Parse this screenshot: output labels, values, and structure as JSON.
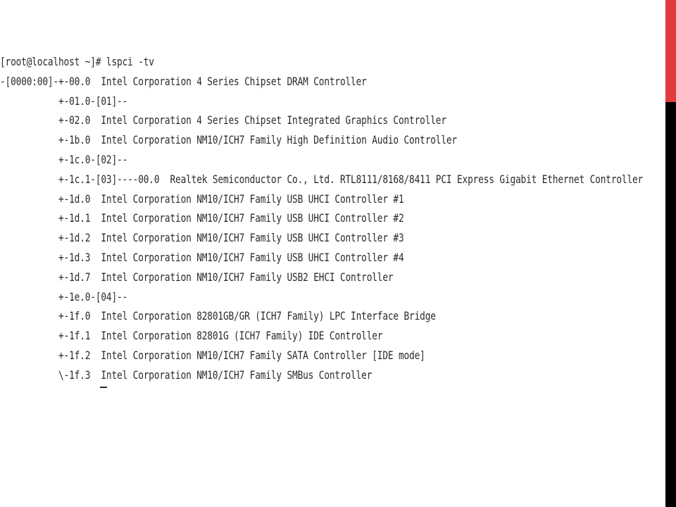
{
  "terminal": {
    "lines": [
      "[root@localhost ~]# lspci -tv",
      "-[0000:00]-+-00.0  Intel Corporation 4 Series Chipset DRAM Controller",
      "           +-01.0-[01]--",
      "           +-02.0  Intel Corporation 4 Series Chipset Integrated Graphics Controller",
      "           +-1b.0  Intel Corporation NM10/ICH7 Family High Definition Audio Controller",
      "           +-1c.0-[02]--",
      "           +-1c.1-[03]----00.0  Realtek Semiconductor Co., Ltd. RTL8111/8168/8411 PCI Express Gigabit Ethernet Controller",
      "           +-1d.0  Intel Corporation NM10/ICH7 Family USB UHCI Controller #1",
      "           +-1d.1  Intel Corporation NM10/ICH7 Family USB UHCI Controller #2",
      "           +-1d.2  Intel Corporation NM10/ICH7 Family USB UHCI Controller #3",
      "           +-1d.3  Intel Corporation NM10/ICH7 Family USB UHCI Controller #4",
      "           +-1d.7  Intel Corporation NM10/ICH7 Family USB2 EHCI Controller",
      "           +-1e.0-[04]--",
      "           +-1f.0  Intel Corporation 82801GB/GR (ICH7 Family) LPC Interface Bridge",
      "           +-1f.1  Intel Corporation 82801G (ICH7 Family) IDE Controller",
      "           +-1f.2  Intel Corporation NM10/ICH7 Family SATA Controller [IDE mode]",
      "           \\-1f.3  Intel Corporation NM10/ICH7 Family SMBus Controller"
    ]
  },
  "colors": {
    "accent_red": "#e03c3c",
    "accent_black": "#000000",
    "text": "#2a2a2a",
    "background": "#ffffff"
  }
}
